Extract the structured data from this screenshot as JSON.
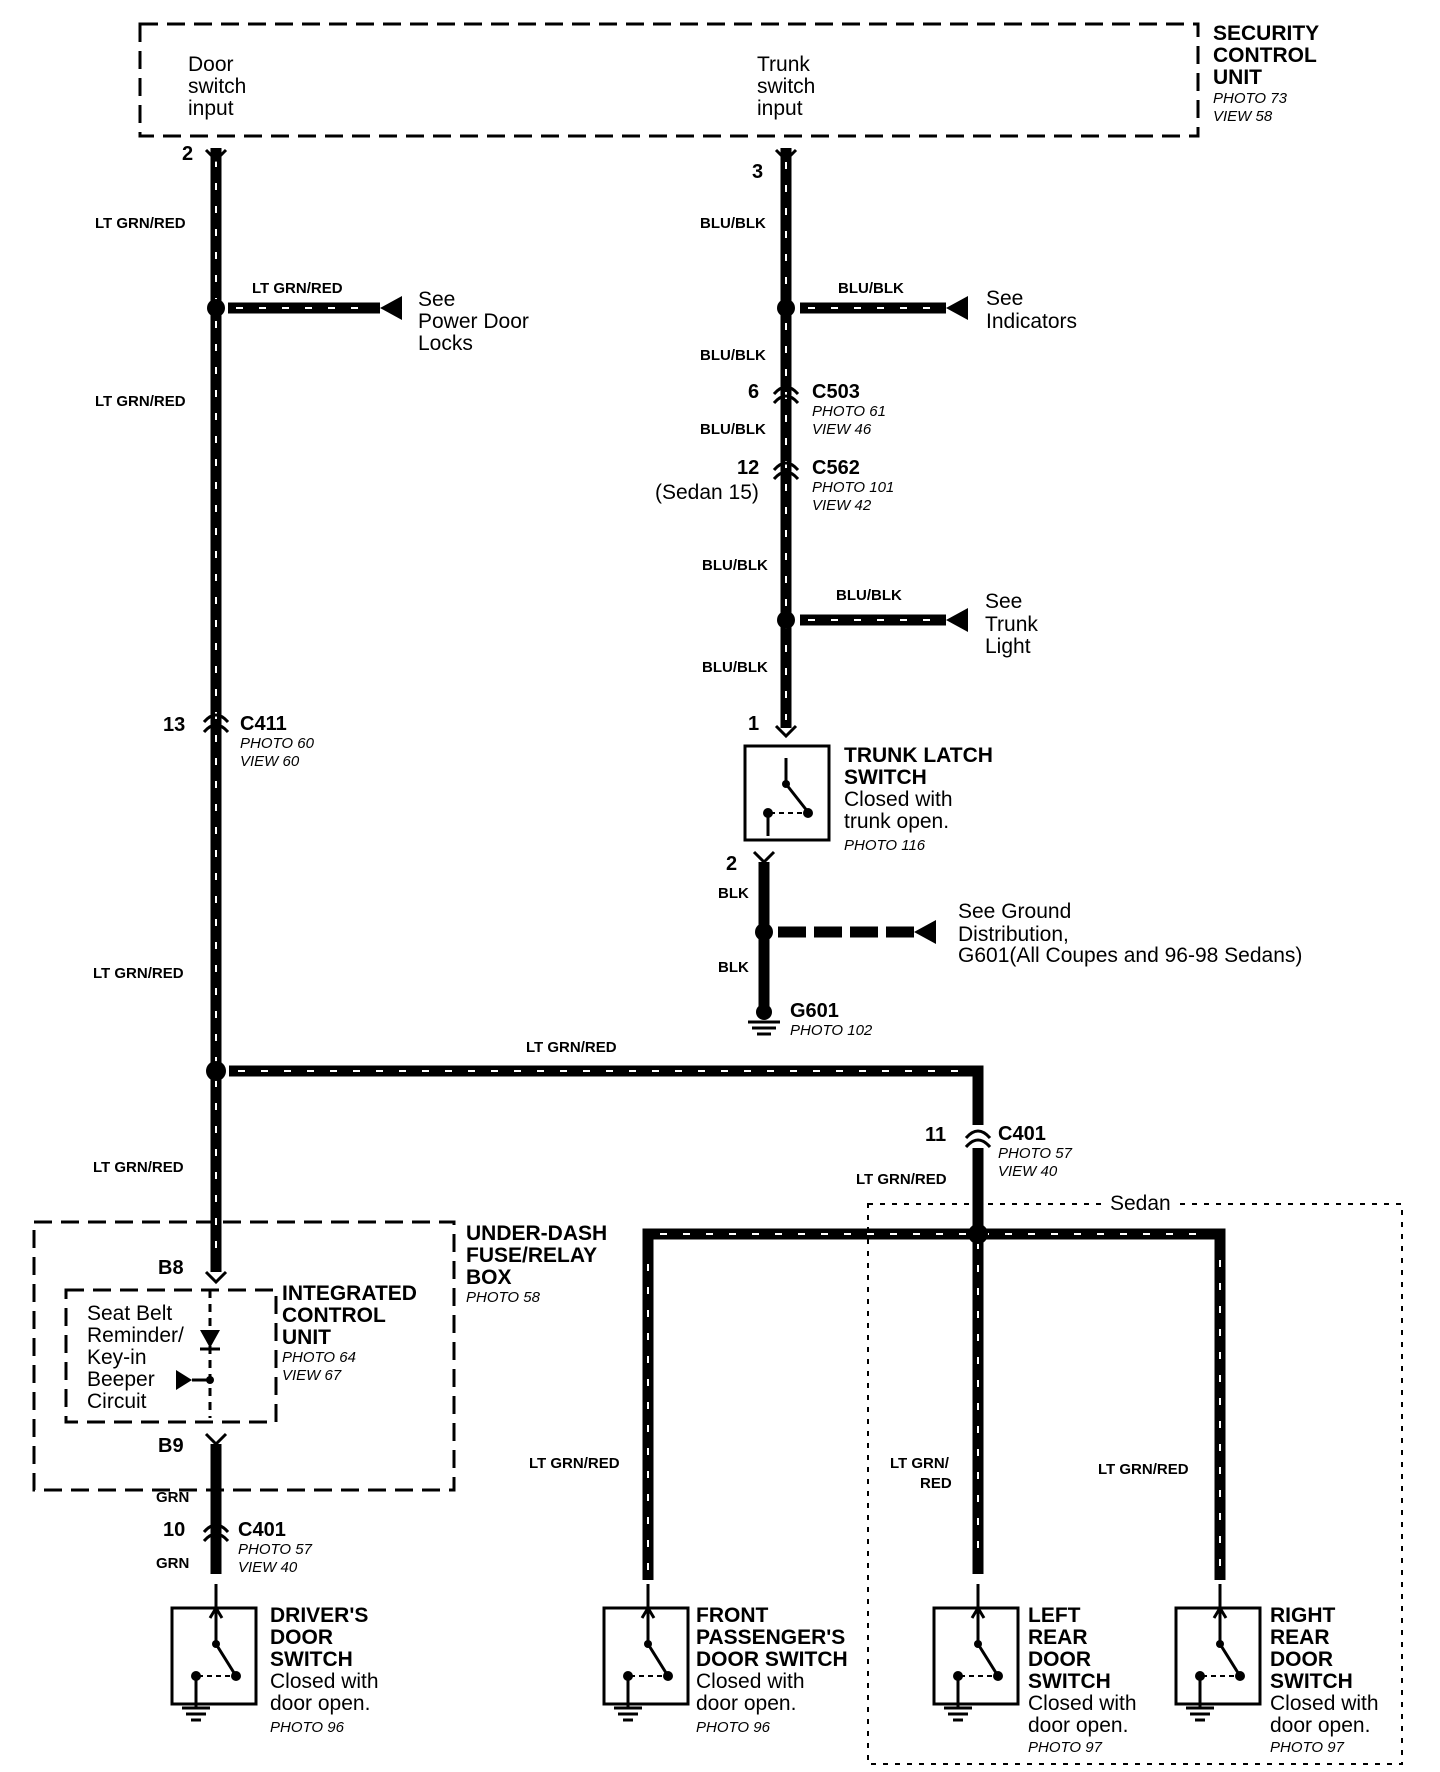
{
  "security_unit": {
    "title_lines": [
      "SECURITY",
      "CONTROL",
      "UNIT"
    ],
    "photo": "PHOTO 73",
    "view": "VIEW 58",
    "door_input_lines": [
      "Door",
      "switch",
      "input"
    ],
    "trunk_input_lines": [
      "Trunk",
      "switch",
      "input"
    ],
    "door_pin": "2",
    "trunk_pin": "3"
  },
  "wire_labels": {
    "lt_grn_red": "LT GRN/RED",
    "blu_blk": "BLU/BLK",
    "blk": "BLK",
    "grn": "GRN",
    "lt_grn_split": [
      "LT GRN/",
      "RED"
    ]
  },
  "refs": {
    "power_door_locks": [
      "See",
      "Power Door",
      "Locks"
    ],
    "indicators": [
      "See",
      "Indicators"
    ],
    "trunk_light": [
      "See",
      "Trunk",
      "Light"
    ],
    "ground_distribution": [
      "See Ground",
      "Distribution,",
      "G601(All Coupes and 96-98 Sedans)"
    ]
  },
  "connectors": {
    "c503": {
      "name": "C503",
      "pin": "6",
      "photo": "PHOTO 61",
      "view": "VIEW 46"
    },
    "c562": {
      "name": "C562",
      "pin": "12",
      "pin_note": "(Sedan 15)",
      "photo": "PHOTO 101",
      "view": "VIEW 42"
    },
    "c411": {
      "name": "C411",
      "pin": "13",
      "photo": "PHOTO 60",
      "view": "VIEW 60"
    },
    "c401_top": {
      "name": "C401",
      "pin": "11",
      "photo": "PHOTO 57",
      "view": "VIEW 40"
    },
    "c401_bottom": {
      "name": "C401",
      "pin": "10",
      "photo": "PHOTO 57",
      "view": "VIEW 40"
    }
  },
  "trunk_latch": {
    "title_lines": [
      "TRUNK LATCH",
      "SWITCH"
    ],
    "desc_lines": [
      "Closed with",
      "trunk open."
    ],
    "photo": "PHOTO 116",
    "pin_top": "1",
    "pin_bottom": "2"
  },
  "ground": {
    "name": "G601",
    "photo": "PHOTO 102"
  },
  "under_dash": {
    "title_lines": [
      "UNDER-DASH",
      "FUSE/RELAY",
      "BOX"
    ],
    "photo": "PHOTO 58",
    "pin_in": "B8",
    "pin_out": "B9"
  },
  "icu": {
    "title_lines": [
      "INTEGRATED",
      "CONTROL",
      "UNIT"
    ],
    "photo": "PHOTO 64",
    "view": "VIEW 67",
    "circuit_lines": [
      "Seat Belt",
      "Reminder/",
      "Key-in",
      "Beeper",
      "Circuit"
    ]
  },
  "sedan_label": "Sedan",
  "switches": {
    "driver": {
      "title_lines": [
        "DRIVER'S",
        "DOOR",
        "SWITCH"
      ],
      "desc_lines": [
        "Closed with",
        "door open."
      ],
      "photo": "PHOTO 96"
    },
    "front_pass": {
      "title_lines": [
        "FRONT",
        "PASSENGER'S",
        "DOOR SWITCH"
      ],
      "desc_lines": [
        "Closed with",
        "door open."
      ],
      "photo": "PHOTO 96"
    },
    "left_rear": {
      "title_lines": [
        "LEFT",
        "REAR",
        "DOOR",
        "SWITCH"
      ],
      "desc_lines": [
        "Closed with",
        "door open."
      ],
      "photo": "PHOTO 97"
    },
    "right_rear": {
      "title_lines": [
        "RIGHT",
        "REAR",
        "DOOR",
        "SWITCH"
      ],
      "desc_lines": [
        "Closed with",
        "door open."
      ],
      "photo": "PHOTO 97"
    }
  }
}
